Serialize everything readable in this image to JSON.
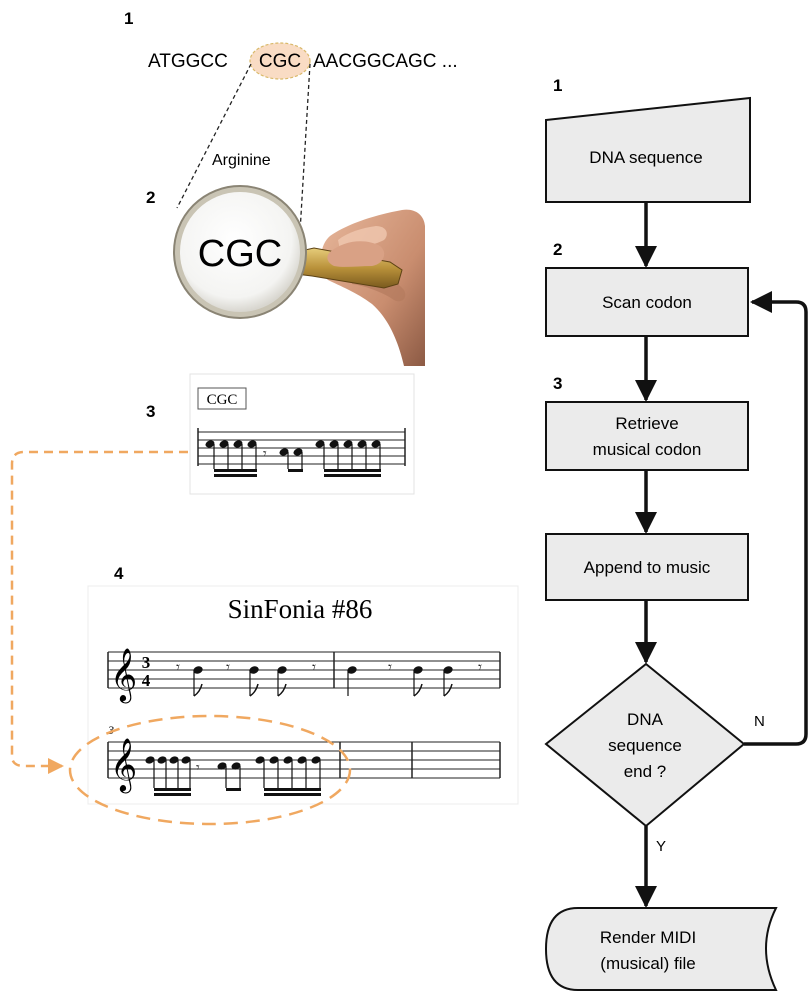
{
  "left_panel": {
    "step1": {
      "number": "1",
      "seq_before": "ATGGCC",
      "codon": "CGC",
      "seq_after": "AACGGCAGC ..."
    },
    "step2": {
      "number": "2",
      "amino_acid": "Arginine",
      "magnified_codon": "CGC"
    },
    "step3": {
      "number": "3",
      "codon_label": "CGC"
    },
    "step4": {
      "number": "4",
      "score_title": "SinFonia #86",
      "time_signature_top": "3",
      "time_signature_bottom": "4",
      "measure_number": "3"
    }
  },
  "flowchart": {
    "step1_number": "1",
    "input_label": "DNA sequence",
    "step2_number": "2",
    "scan_label": "Scan codon",
    "step3_number": "3",
    "retrieve_line1": "Retrieve",
    "retrieve_line2": "musical codon",
    "append_label": "Append to music",
    "decision_line1": "DNA",
    "decision_line2": "sequence",
    "decision_line3": "end ?",
    "no_label": "N",
    "yes_label": "Y",
    "output_line1": "Render MIDI",
    "output_line2": "(musical) file"
  },
  "colors": {
    "highlight_fill": "#f9dcc4",
    "highlight_stroke": "#d9b96a",
    "connector_orange": "#f0a860",
    "line": "#111111"
  }
}
